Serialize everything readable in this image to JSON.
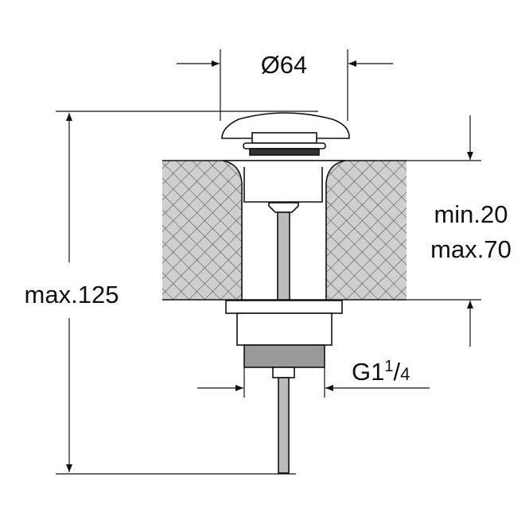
{
  "title": "Pop-up waste valve dimension drawing",
  "dimensions": {
    "diameter": "Ø64",
    "thickness_min": "min.20",
    "thickness_max": "max.70",
    "height_max": "max.125",
    "thread": "G1",
    "thread_fraction_num": "1",
    "thread_fraction_den": "4"
  },
  "colors": {
    "line": "#111111",
    "hatch_fill": "#cfcfcf"
  }
}
